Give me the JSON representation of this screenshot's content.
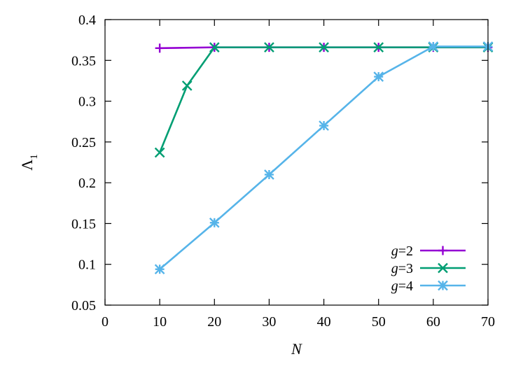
{
  "chart_data": {
    "type": "line",
    "xlabel": "N",
    "ylabel": "Λ",
    "ylabel_sub": "1",
    "xlim": [
      0,
      70
    ],
    "ylim": [
      0.05,
      0.4
    ],
    "x_ticks": [
      0,
      10,
      20,
      30,
      40,
      50,
      60,
      70
    ],
    "x_tick_labels": [
      "0",
      "10",
      "20",
      "30",
      "40",
      "50",
      "60",
      "70"
    ],
    "y_ticks": [
      0.05,
      0.1,
      0.15,
      0.2,
      0.25,
      0.3,
      0.35,
      0.4
    ],
    "y_tick_labels": [
      "0.05",
      "0.1",
      "0.15",
      "0.2",
      "0.25",
      "0.3",
      "0.35",
      "0.4"
    ],
    "grid": false,
    "legend_position": "bottom-right",
    "series": [
      {
        "name": "g=2",
        "name_italic": "g",
        "name_rest": "=2",
        "color": "#9400d3",
        "marker": "plus",
        "x": [
          10,
          20,
          30,
          40,
          50,
          60,
          70
        ],
        "y": [
          0.365,
          0.366,
          0.366,
          0.366,
          0.366,
          0.366,
          0.366
        ]
      },
      {
        "name": "g=3",
        "name_italic": "g",
        "name_rest": "=3",
        "color": "#009e73",
        "marker": "cross",
        "x": [
          10,
          15,
          20,
          30,
          40,
          50,
          60,
          70
        ],
        "y": [
          0.237,
          0.319,
          0.366,
          0.366,
          0.366,
          0.366,
          0.366,
          0.366
        ]
      },
      {
        "name": "g=4",
        "name_italic": "g",
        "name_rest": "=4",
        "color": "#56b4e9",
        "marker": "star",
        "x": [
          10,
          20,
          30,
          40,
          50,
          60,
          70
        ],
        "y": [
          0.094,
          0.151,
          0.21,
          0.27,
          0.33,
          0.367,
          0.367
        ]
      }
    ]
  }
}
